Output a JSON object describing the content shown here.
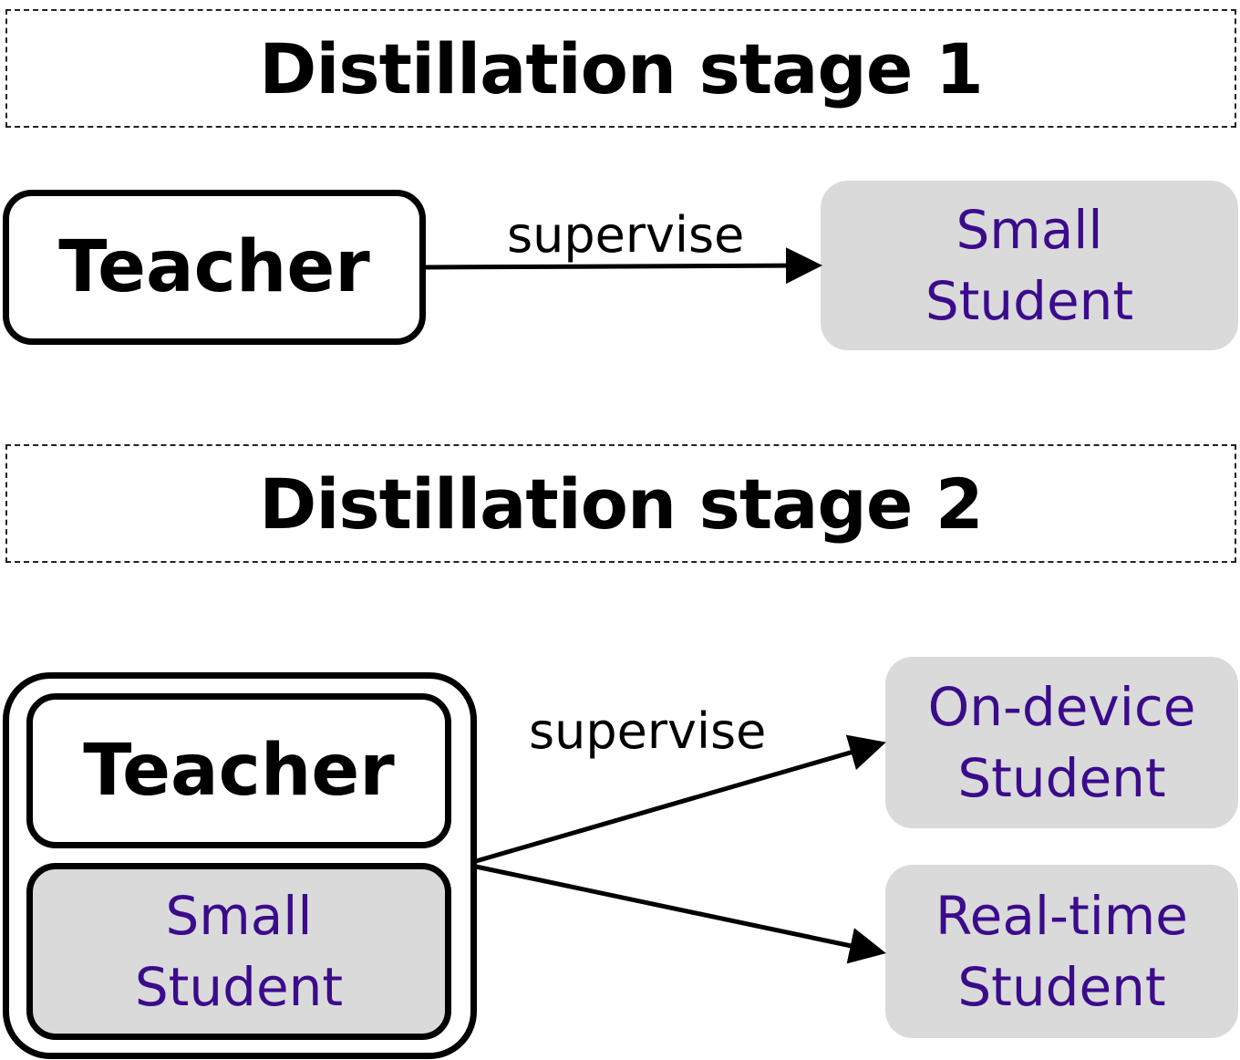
{
  "stage1": {
    "title": "Distillation stage 1",
    "teacher": "Teacher",
    "edge_label": "supervise",
    "student": [
      "Small",
      "Student"
    ]
  },
  "stage2": {
    "title": "Distillation stage 2",
    "teacher": "Teacher",
    "inner_student": [
      "Small",
      "Student"
    ],
    "edge_label": "supervise",
    "students": [
      [
        "On-device",
        "Student"
      ],
      [
        "Real-time",
        "Student"
      ]
    ]
  },
  "colors": {
    "student_fill": "#dadada",
    "student_text": "#3b0b8c",
    "stroke": "#000000"
  }
}
